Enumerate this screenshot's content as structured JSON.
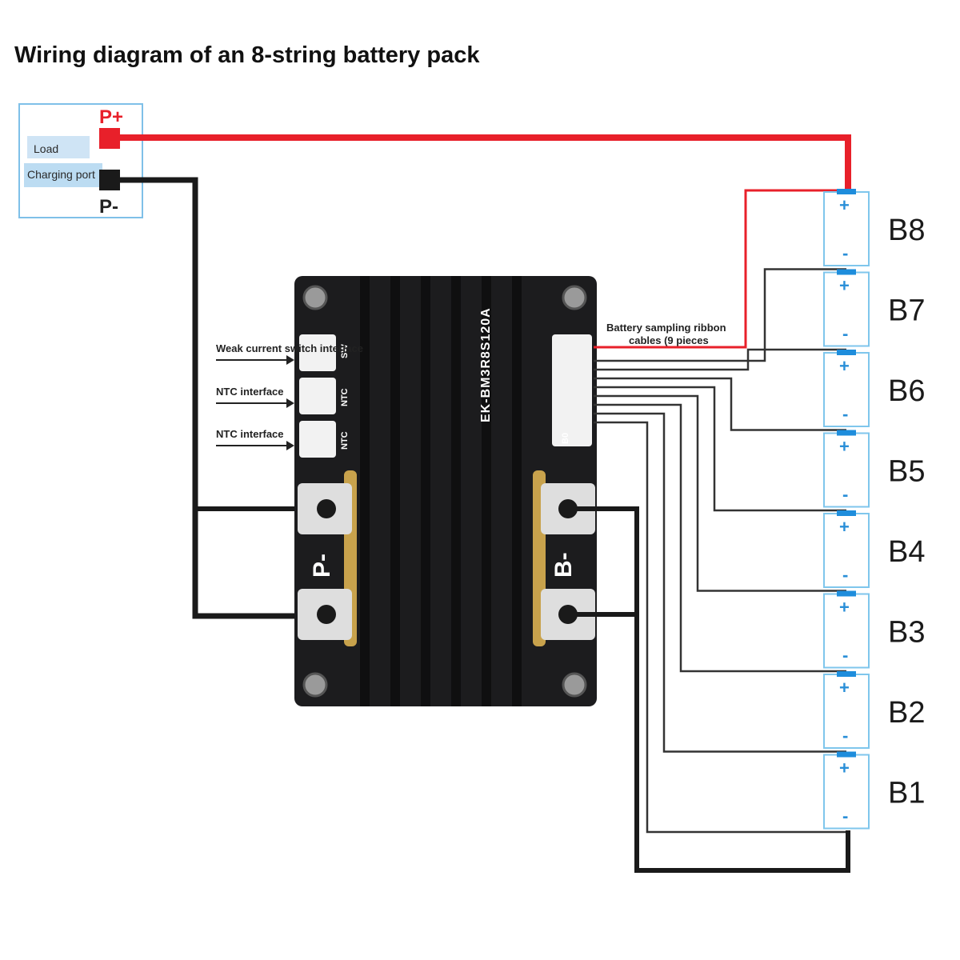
{
  "title": "Wiring diagram of an 8-string battery pack",
  "load_box": {
    "load_label": "Load",
    "charging_label": "Charging port",
    "p_plus": "P+",
    "p_minus": "P-"
  },
  "bms": {
    "model": "EK-BM3R8S120A",
    "interfaces": [
      {
        "label": "Weak current switch interface",
        "tag": "SW"
      },
      {
        "label": "NTC interface",
        "tag": "NTC"
      },
      {
        "label": "NTC interface",
        "tag": "NTC"
      }
    ],
    "sampling_label_line1": "Battery sampling ribbon",
    "sampling_label_line2": "cables (9 pieces",
    "sampling_tag": "B0",
    "terminal_p": "P-",
    "terminal_b": "B-"
  },
  "cells": [
    "B8",
    "B7",
    "B6",
    "B5",
    "B4",
    "B3",
    "B2",
    "B1"
  ],
  "cell_plus": "+",
  "cell_minus": "-",
  "colors": {
    "positive_wire": "#e8202a",
    "negative_wire": "#1a1a1a",
    "sample_wire": "#333333",
    "cell_border": "#7fc6ec",
    "cell_terminal": "#1e8ddc",
    "bms_body": "#1c1c1e",
    "load_box_border": "#7fc0e8",
    "load_box_fill": "#bcdcf2"
  }
}
